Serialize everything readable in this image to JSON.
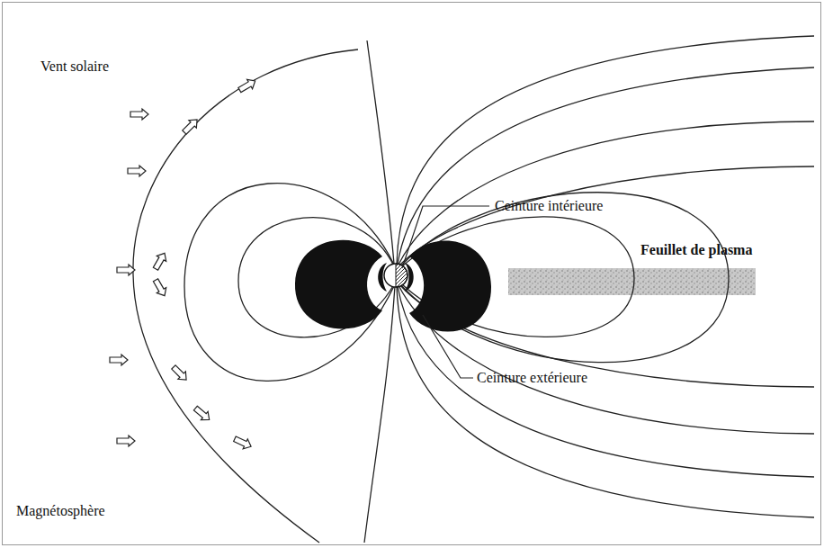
{
  "diagram": {
    "labels": [
      "Vent solaire",
      "Magnétosphère",
      "Ceinture intérieure",
      "Feuillet de plasma",
      "Ceinture extérieure"
    ]
  }
}
